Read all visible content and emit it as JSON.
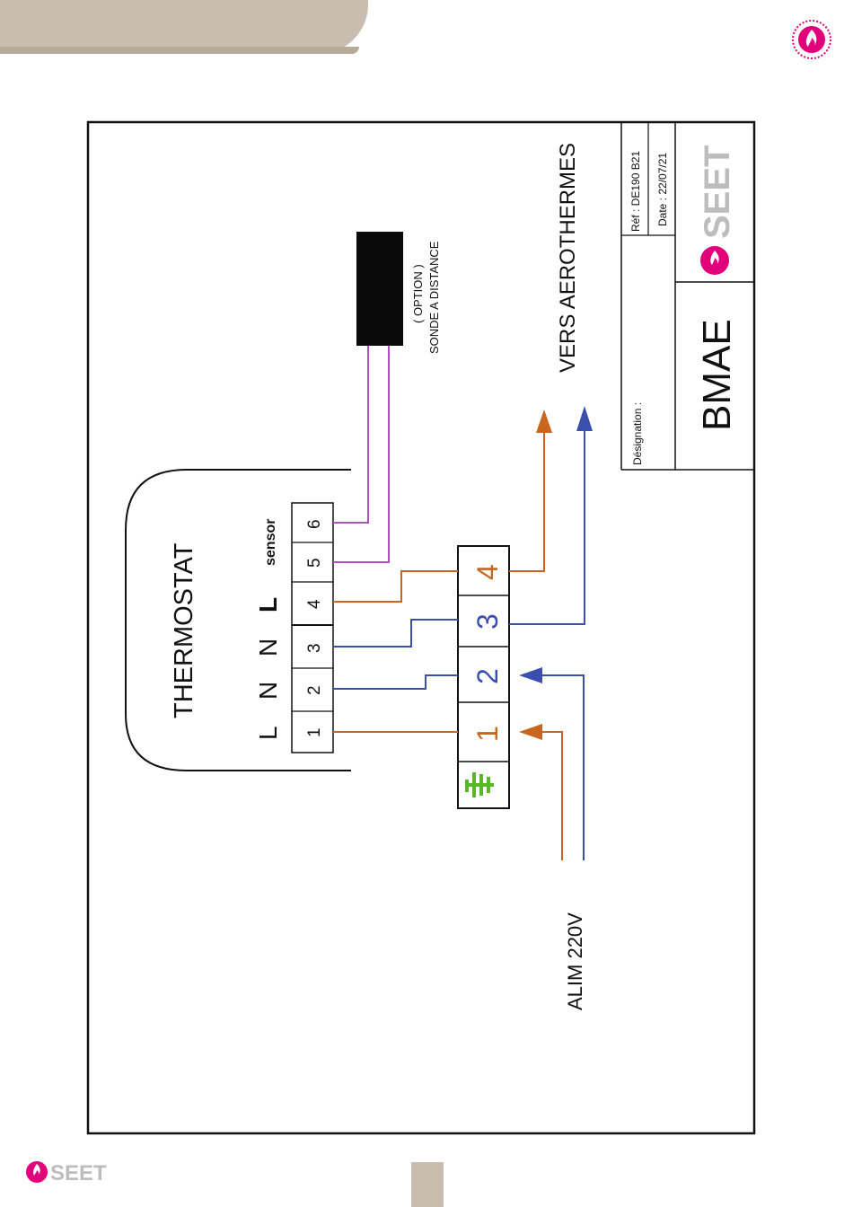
{
  "diagram": {
    "thermostat": {
      "title": "THERMOSTAT",
      "terminal_letters": [
        "L",
        "N",
        "N",
        "L"
      ],
      "sensor_label": "sensor",
      "terminals": [
        "1",
        "2",
        "3",
        "4",
        "5",
        "6"
      ]
    },
    "terminal_block": {
      "numbers": [
        "1",
        "2",
        "3",
        "4"
      ],
      "earth_symbol": "earth-ground-symbol"
    },
    "probe": {
      "option_label": "( OPTION )",
      "name": "SONDE A DISTANCE"
    },
    "supply_label": "ALIM 220V",
    "output_label": "VERS AEROTHERMES",
    "title_block": {
      "designation_label": "Désignation :",
      "product_name": "BMAE",
      "reference": "Réf : DE190 B21",
      "date": "Date : 22/07/21",
      "brand": "SEET"
    },
    "colors": {
      "phase_wire": "#c8651e",
      "neutral_wire": "#3a4fae",
      "sensor_wire": "#b04fc0",
      "earth": "#59b82a",
      "brand": "#e2007a",
      "tab_beige": "#c9bdb0"
    }
  },
  "header": {
    "logo_icon": "flame-logo-icon"
  },
  "footer": {
    "brand": "SEET"
  }
}
